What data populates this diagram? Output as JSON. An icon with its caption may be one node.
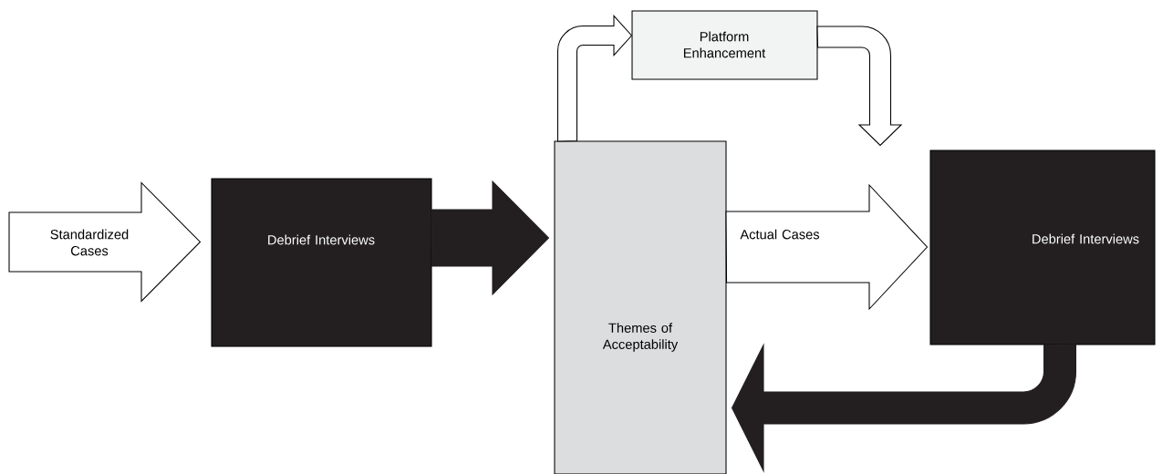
{
  "diagram": {
    "nodes": [
      {
        "text": [
          "Debrief Interviews"
        ]
      },
      {
        "text": [
          "Themes of Acceptability"
        ]
      },
      {
        "text": [
          "Platform Enhancement"
        ]
      },
      {
        "text": [
          "Debrief Interviews"
        ]
      }
    ],
    "edges": [
      {
        "from": null,
        "to": 0,
        "arrow": "to",
        "label": "Standardized Cases"
      },
      {
        "from": 0,
        "to": 1,
        "arrow": "to",
        "color": "#231f20"
      },
      {
        "from": 1,
        "to": 2,
        "arrow": "to"
      },
      {
        "from": 2,
        "to": 3,
        "arrow": "to"
      },
      {
        "from": 1,
        "to": 3,
        "arrow": "to",
        "label": "Actual Cases"
      },
      {
        "from": 3,
        "to": 1,
        "arrow": "to",
        "color": "#231f20"
      }
    ]
  }
}
